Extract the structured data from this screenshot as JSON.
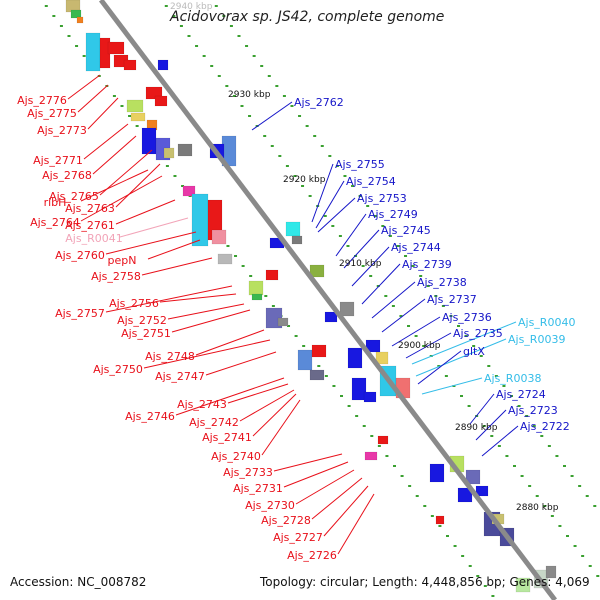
{
  "title": "Acidovorax sp. JS42, complete genome",
  "accession": "Accession: NC_008782",
  "topology": "Topology: circular; Length: 4,448,856 bp; Genes: 4,069",
  "colors": {
    "left_label": "#e8101a",
    "right_label": "#1515c8",
    "rna_left": "#f2a4b8",
    "rna_right": "#35bde8",
    "backbone": "#8a8a8a",
    "tick": "#3aa030"
  },
  "kbp_labels": [
    "2940 kbp",
    "2930 kbp",
    "2920 kbp",
    "2910 kbp",
    "2900 kbp",
    "2890 kbp",
    "2880 kbp"
  ],
  "left_labels": [
    "Ajs_2776",
    "Ajs_2775",
    "Ajs_2773",
    "Ajs_2771",
    "Ajs_2768",
    "ribH",
    "Ajs_2765",
    "Ajs_2764",
    "Ajs_2763",
    "Ajs_2761",
    "Ajs_R0041",
    "Ajs_2760",
    "pepN",
    "Ajs_2758",
    "Ajs_2757",
    "Ajs_2756",
    "Ajs_2752",
    "Ajs_2751",
    "Ajs_2750",
    "Ajs_2748",
    "Ajs_2747",
    "Ajs_2746",
    "Ajs_2743",
    "Ajs_2742",
    "Ajs_2741",
    "Ajs_2740",
    "Ajs_2733",
    "Ajs_2731",
    "Ajs_2730",
    "Ajs_2728",
    "Ajs_2727",
    "Ajs_2726"
  ],
  "right_labels": [
    "Ajs_2762",
    "Ajs_2755",
    "Ajs_2754",
    "Ajs_2753",
    "Ajs_2749",
    "Ajs_2745",
    "Ajs_2744",
    "Ajs_2739",
    "Ajs_2738",
    "Ajs_2737",
    "Ajs_2736",
    "Ajs_R0040",
    "Ajs_2735",
    "Ajs_R0039",
    "gltX",
    "Ajs_R0038",
    "Ajs_2724",
    "Ajs_2723",
    "Ajs_2722"
  ]
}
